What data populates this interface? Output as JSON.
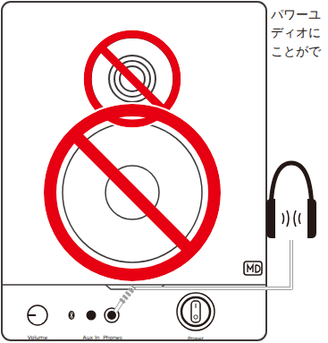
{
  "diagram": {
    "labels": [
      "パワーユ ディオに ことがで",
      "Volume",
      "Aux In",
      "Phones",
      "Power"
    ]
  }
}
